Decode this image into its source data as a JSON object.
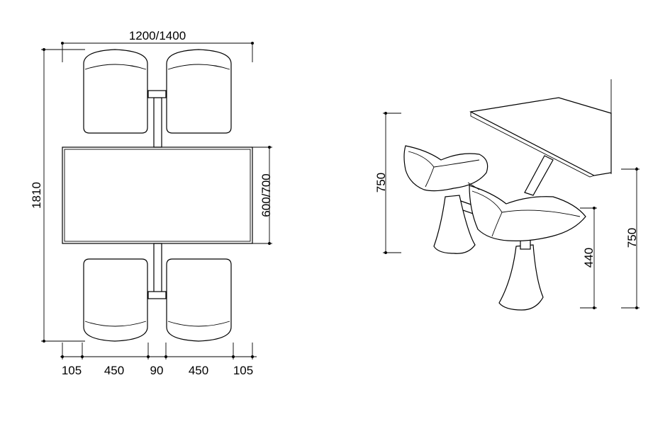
{
  "plan_view": {
    "dims": {
      "width": "1200/1400",
      "length": "1810",
      "table_depth": "600/700",
      "segments": [
        "105",
        "450",
        "90",
        "450",
        "105"
      ]
    }
  },
  "side_view": {
    "dims": {
      "table_height_left": "750",
      "seat_height": "440",
      "table_height_right": "750"
    }
  }
}
